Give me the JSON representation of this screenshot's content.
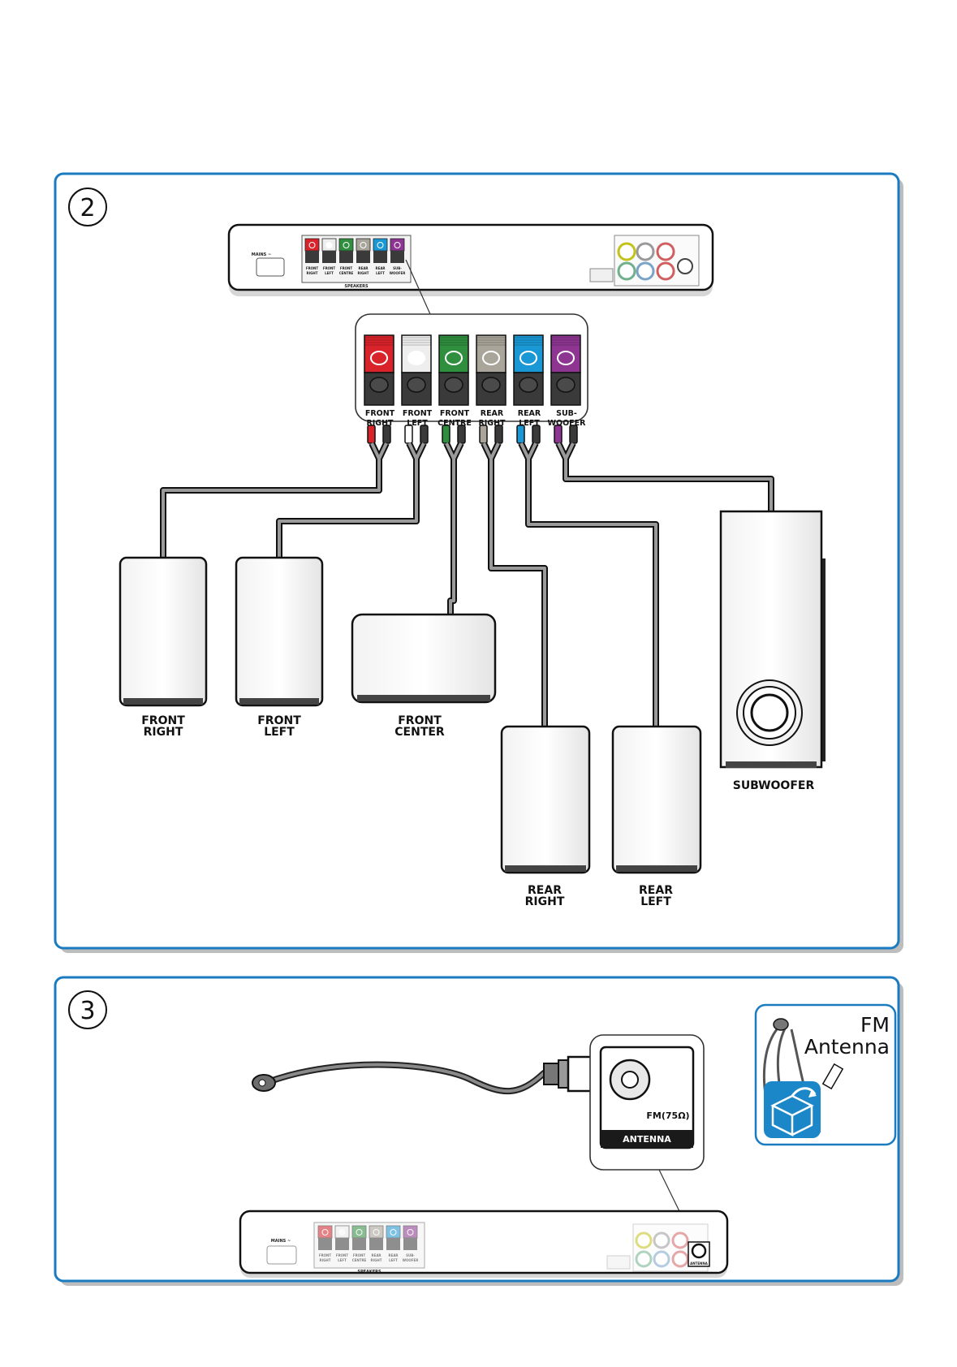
{
  "panel2": {
    "step_number": "2",
    "power_label": "MAINS ~",
    "speakers_group_label": "SPEAKERS",
    "terminals": [
      {
        "line1": "FRONT",
        "line2": "RIGHT",
        "color": "#d9232a"
      },
      {
        "line1": "FRONT",
        "line2": "LEFT",
        "color": "#ffffff"
      },
      {
        "line1": "FRONT",
        "line2": "CENTRE",
        "color": "#2f8f3f"
      },
      {
        "line1": "REAR",
        "line2": "RIGHT",
        "color": "#a9a59a"
      },
      {
        "line1": "REAR",
        "line2": "LEFT",
        "color": "#1a98d5"
      },
      {
        "line1": "SUB-",
        "line2": "WOOFER",
        "color": "#8e3592"
      }
    ],
    "speakers": [
      {
        "line1": "FRONT",
        "line2": "RIGHT"
      },
      {
        "line1": "FRONT",
        "line2": "LEFT"
      },
      {
        "line1": "FRONT",
        "line2": "CENTER"
      },
      {
        "line1": "REAR",
        "line2": "RIGHT"
      },
      {
        "line1": "REAR",
        "line2": "LEFT"
      },
      {
        "line1": "SUBWOOFER",
        "line2": ""
      }
    ]
  },
  "panel3": {
    "step_number": "3",
    "power_label": "MAINS ~",
    "speakers_group_label": "SPEAKERS",
    "fm_label": "FM(75Ω)",
    "antenna_label": "ANTENNA",
    "small_antenna_label": "ANTENNA",
    "inset_title_line1": "FM",
    "inset_title_line2": "Antenna"
  },
  "colors": {
    "frame_border": "#1a7bc1",
    "frame_shadow": "#bfbfbf",
    "cable": "#7a7a7a",
    "box_blue": "#1b87c9"
  }
}
